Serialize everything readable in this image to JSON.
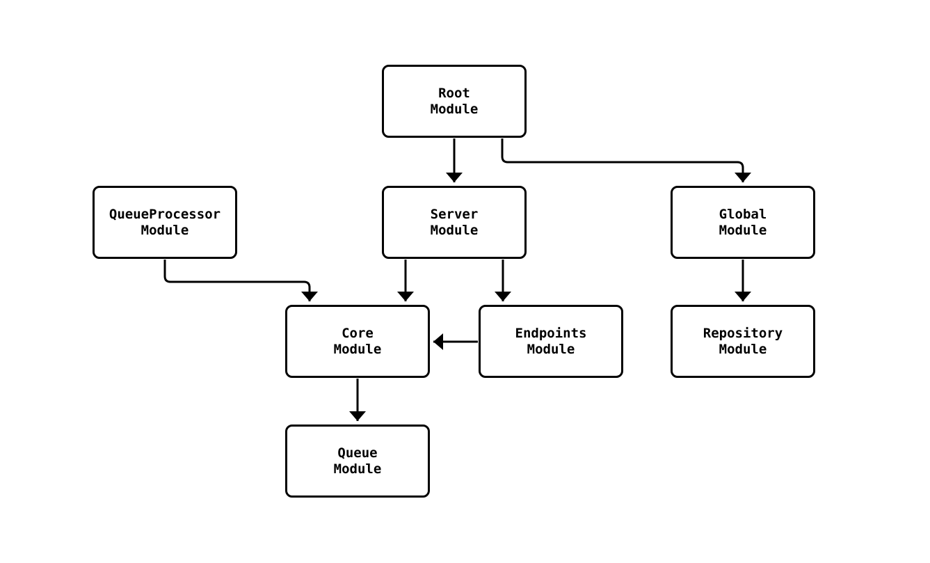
{
  "diagram": {
    "background_color": "#ffffff",
    "node_border_color": "#000000",
    "node_fill_color": "#ffffff",
    "edge_color": "#000000",
    "text_color": "#000000",
    "nodes": [
      {
        "id": "root",
        "line1": "Root",
        "line2": "Module"
      },
      {
        "id": "queueprocessor",
        "line1": "QueueProcessor",
        "line2": "Module"
      },
      {
        "id": "server",
        "line1": "Server",
        "line2": "Module"
      },
      {
        "id": "global",
        "line1": "Global",
        "line2": "Module"
      },
      {
        "id": "core",
        "line1": "Core",
        "line2": "Module"
      },
      {
        "id": "endpoints",
        "line1": "Endpoints",
        "line2": "Module"
      },
      {
        "id": "repository",
        "line1": "Repository",
        "line2": "Module"
      },
      {
        "id": "queue",
        "line1": "Queue",
        "line2": "Module"
      }
    ],
    "edges": [
      {
        "from": "root",
        "to": "server"
      },
      {
        "from": "root",
        "to": "global"
      },
      {
        "from": "queueprocessor",
        "to": "core"
      },
      {
        "from": "server",
        "to": "core"
      },
      {
        "from": "server",
        "to": "endpoints"
      },
      {
        "from": "endpoints",
        "to": "core"
      },
      {
        "from": "global",
        "to": "repository"
      },
      {
        "from": "core",
        "to": "queue"
      }
    ]
  }
}
